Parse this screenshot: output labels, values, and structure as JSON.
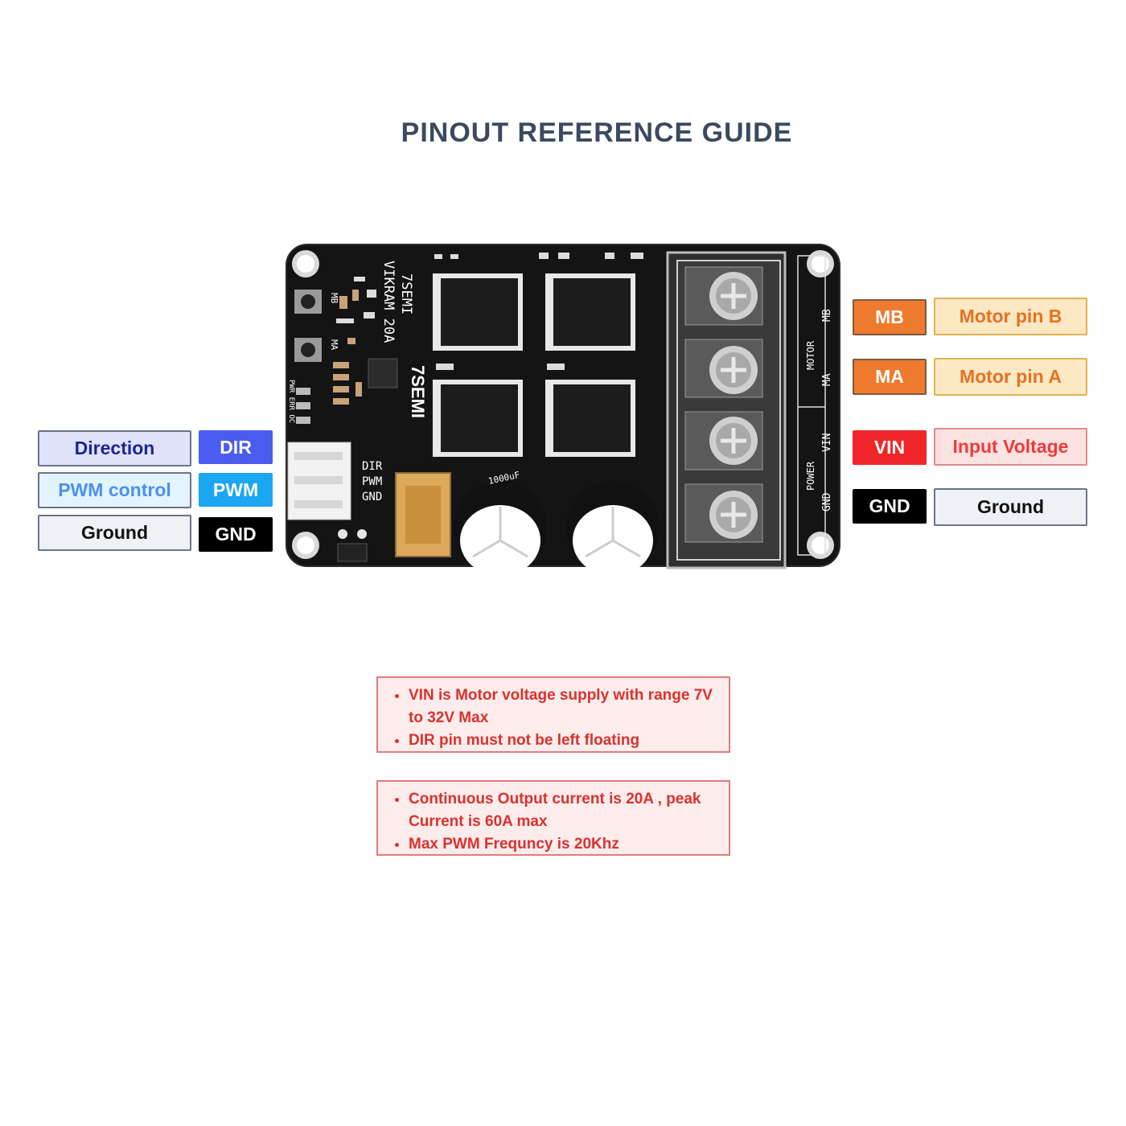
{
  "title": "PINOUT REFERENCE GUIDE",
  "left_pins": [
    {
      "desc": "Direction",
      "code": "DIR",
      "colors": {
        "desc_bg": "#dfe3fb",
        "desc_text": "#1a2596",
        "code_bg": "#4a5cf0"
      }
    },
    {
      "desc": "PWM control",
      "code": "PWM",
      "colors": {
        "desc_bg": "#e2f4fd",
        "desc_text": "#4d8ff0",
        "code_bg": "#1aa6f2"
      }
    },
    {
      "desc": "Ground",
      "code": "GND",
      "colors": {
        "desc_bg": "#eef1f5",
        "desc_text": "#111111",
        "code_bg": "#000000"
      }
    }
  ],
  "right_pins": [
    {
      "code": "MB",
      "desc": "Motor pin B",
      "colors": {
        "code_bg": "#ee7a2d",
        "desc_bg": "#fde8c4",
        "desc_text": "#e87120"
      }
    },
    {
      "code": "MA",
      "desc": "Motor pin A",
      "colors": {
        "code_bg": "#ee7a2d",
        "desc_bg": "#fde8c4",
        "desc_text": "#e87120"
      }
    },
    {
      "code": "VIN",
      "desc": "Input Voltage",
      "colors": {
        "code_bg": "#f0262a",
        "desc_bg": "#fde2e2",
        "desc_text": "#ef3a3a"
      }
    },
    {
      "code": "GND",
      "desc": "Ground",
      "colors": {
        "code_bg": "#000000",
        "desc_bg": "#eef1f5",
        "desc_text": "#111111"
      }
    }
  ],
  "board": {
    "brand": "7SEMI",
    "model": "VIKRAM 20A",
    "logo_text": "7SEMI",
    "silk_dir": "DIR",
    "silk_pwm": "PWM",
    "silk_gnd": "GND",
    "silk_mb": "MB",
    "silk_ma": "MA",
    "silk_leds": "PWR ERR OC",
    "silk_motor": "MOTOR",
    "silk_power": "POWER",
    "silk_term_mb": "MB",
    "silk_term_ma": "MA",
    "silk_term_vin": "VIN",
    "silk_term_gnd": "GND",
    "cap_text": "1000uF"
  },
  "notes": [
    {
      "items": [
        "VIN is Motor voltage supply with range 7V to 32V Max",
        "DIR pin must not be left floating"
      ]
    },
    {
      "items": [
        "Continuous Output current is 20A , peak Current is 60A max",
        "Max PWM Frequncy is 20Khz"
      ]
    }
  ]
}
